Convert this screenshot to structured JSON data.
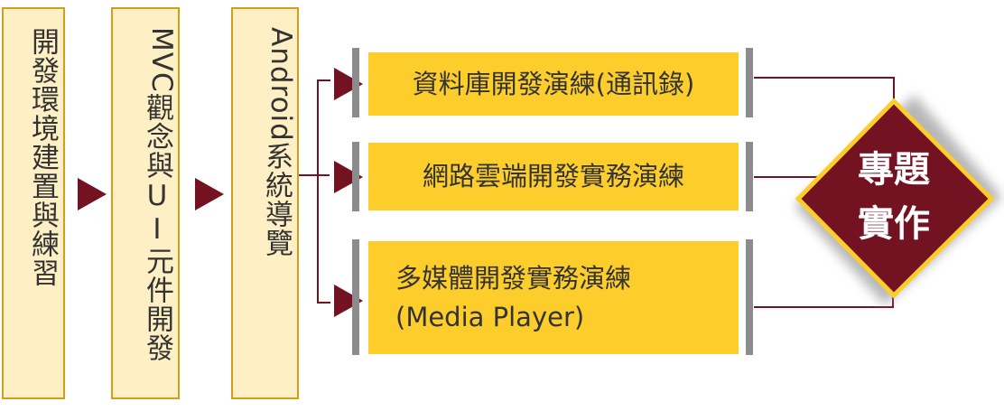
{
  "stages": [
    {
      "label": "開發環境建置與練習"
    },
    {
      "label_latin": "MVC",
      "label_rest": "觀念與UI元件開發"
    },
    {
      "label_latin": "Android",
      "label_rest": "系統導覽"
    }
  ],
  "practices": [
    {
      "lines": [
        "資料庫開發演練(通訊錄)"
      ]
    },
    {
      "lines": [
        "網路雲端開發實務演練"
      ]
    },
    {
      "lines": [
        "多媒體開發實務演練",
        "(Media Player)"
      ]
    }
  ],
  "capstone": {
    "line1": "專題",
    "line2": "實作"
  },
  "colors": {
    "accent": "#731220",
    "yellow": "#fdcd2c",
    "cream": "#fef0c4",
    "border": "#d39e18",
    "gray": "#8c8c8c"
  }
}
